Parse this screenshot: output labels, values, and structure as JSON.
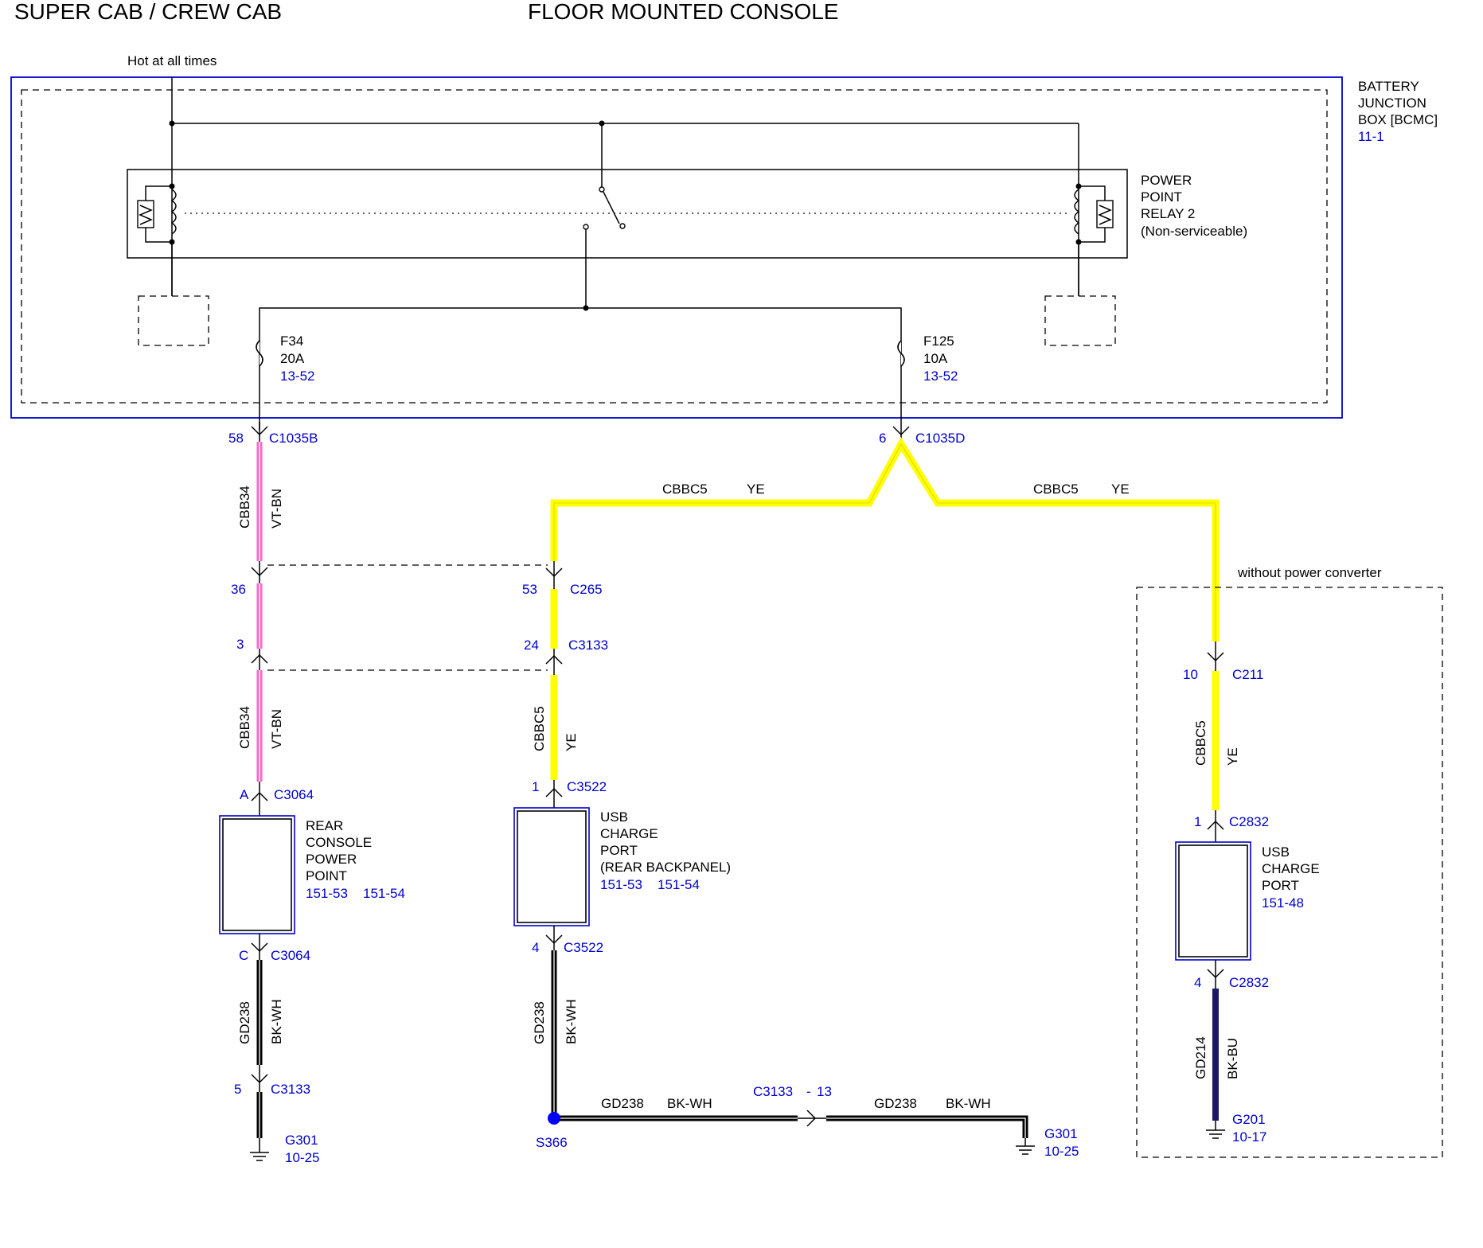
{
  "header": {
    "left_title": "SUPER CAB / CREW CAB",
    "center_title": "FLOOR MOUNTED CONSOLE"
  },
  "colors": {
    "yellow_wire": "#ffff00",
    "pink_wire": "#ff66cc",
    "blue_text": "#0000cc",
    "module_border": "#0000cc",
    "ground_wire": "#000000",
    "blue_ground_wire": "#1a1a66"
  },
  "power": {
    "hot_label": "Hot at all times"
  },
  "bjb": {
    "name_line1": "BATTERY",
    "name_line2": "JUNCTION",
    "name_line3": "BOX [BCMC]",
    "ref": "11-1"
  },
  "relay": {
    "line1": "POWER",
    "line2": "POINT",
    "line3": "RELAY 2",
    "line4": "(Non-serviceable)"
  },
  "fuses": {
    "f34": {
      "name": "F34",
      "rating": "20A",
      "ref": "13-52"
    },
    "f125": {
      "name": "F125",
      "rating": "10A",
      "ref": "13-52"
    }
  },
  "connectors": {
    "c1035b": {
      "pin": "58",
      "name": "C1035B"
    },
    "c1035d": {
      "pin": "6",
      "name": "C1035D"
    },
    "c265": {
      "pin": "53",
      "name": "C265"
    },
    "c3133_a": {
      "pin": "24",
      "name": "C3133"
    },
    "c3133_left_top": {
      "pin": "3"
    },
    "c265_left": {
      "pin": "36"
    },
    "c3064_a": {
      "pin": "A",
      "name": "C3064"
    },
    "c3064_c": {
      "pin": "C",
      "name": "C3064"
    },
    "c3133_b": {
      "pin": "5",
      "name": "C3133"
    },
    "c3522_1": {
      "pin": "1",
      "name": "C3522"
    },
    "c3522_4": {
      "pin": "4",
      "name": "C3522"
    },
    "c211": {
      "pin": "10",
      "name": "C211"
    },
    "c2832_1": {
      "pin": "1",
      "name": "C2832"
    },
    "c2832_4": {
      "pin": "4",
      "name": "C2832"
    },
    "c3133_inline": {
      "name": "C3133",
      "dash": "-",
      "pin": "13"
    }
  },
  "wires": {
    "cbb34_upper": {
      "circuit": "CBB34",
      "color": "VT-BN"
    },
    "cbb34_lower": {
      "circuit": "CBB34",
      "color": "VT-BN"
    },
    "cbbc5_top_left": {
      "circuit": "CBBC5",
      "color": "YE"
    },
    "cbbc5_top_right": {
      "circuit": "CBBC5",
      "color": "YE"
    },
    "cbbc5_mid": {
      "circuit": "CBBC5",
      "color": "YE"
    },
    "cbbc5_right": {
      "circuit": "CBBC5",
      "color": "YE"
    },
    "gd238_left": {
      "circuit": "GD238",
      "color": "BK-WH"
    },
    "gd238_mid": {
      "circuit": "GD238",
      "color": "BK-WH"
    },
    "gd238_h1": {
      "circuit": "GD238",
      "color": "BK-WH"
    },
    "gd238_h2": {
      "circuit": "GD238",
      "color": "BK-WH"
    },
    "gd214": {
      "circuit": "GD214",
      "color": "BK-BU"
    }
  },
  "modules": {
    "rear_power_point": {
      "line1": "REAR",
      "line2": "CONSOLE",
      "line3": "POWER",
      "line4": "POINT",
      "ref1": "151-53",
      "ref2": "151-54"
    },
    "usb_rear": {
      "line1": "USB",
      "line2": "CHARGE",
      "line3": "PORT",
      "line4": "(REAR BACKPANEL)",
      "ref1": "151-53",
      "ref2": "151-54"
    },
    "usb_port": {
      "line1": "USB",
      "line2": "CHARGE",
      "line3": "PORT",
      "ref": "151-48"
    }
  },
  "options": {
    "without_converter": "without power converter"
  },
  "splices": {
    "s366": "S366"
  },
  "grounds": {
    "g301_left": {
      "name": "G301",
      "ref": "10-25"
    },
    "g301_right": {
      "name": "G301",
      "ref": "10-25"
    },
    "g201": {
      "name": "G201",
      "ref": "10-17"
    }
  }
}
